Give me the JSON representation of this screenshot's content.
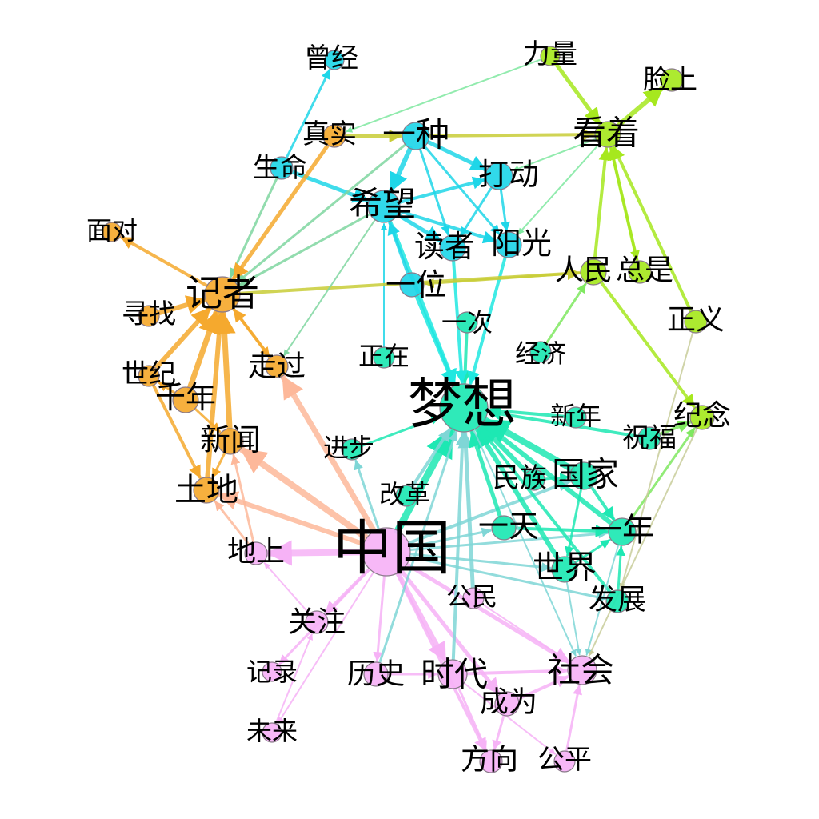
{
  "diagram": {
    "type": "word co-occurrence network",
    "groups": {
      "orange": "#f5a92e",
      "cyan": "#1fd6e8",
      "green": "#a6e81e",
      "teal": "#1de8b3",
      "pink": "#f6b2f6"
    },
    "nodes": [
      {
        "id": "zhongguo",
        "label": "中国",
        "group": "pink"
      },
      {
        "id": "mengxiang",
        "label": "梦想",
        "group": "teal"
      },
      {
        "id": "jizhe",
        "label": "记者",
        "group": "orange"
      },
      {
        "id": "xiwang",
        "label": "希望",
        "group": "cyan"
      },
      {
        "id": "guojia",
        "label": "国家",
        "group": "teal"
      },
      {
        "id": "shehui",
        "label": "社会",
        "group": "pink"
      },
      {
        "id": "shidai",
        "label": "时代",
        "group": "pink"
      },
      {
        "id": "kanzhe",
        "label": "看着",
        "group": "green"
      },
      {
        "id": "yizhong",
        "label": "一种",
        "group": "cyan"
      },
      {
        "id": "yinian",
        "label": "一年",
        "group": "teal"
      },
      {
        "id": "shijie",
        "label": "世界",
        "group": "teal"
      },
      {
        "id": "tudi",
        "label": "土地",
        "group": "orange"
      },
      {
        "id": "xinwen",
        "label": "新闻",
        "group": "orange"
      },
      {
        "id": "qiannian",
        "label": "千年",
        "group": "orange"
      },
      {
        "id": "zouguo",
        "label": "走过",
        "group": "orange"
      },
      {
        "id": "dadong",
        "label": "打动",
        "group": "cyan"
      },
      {
        "id": "duzhe",
        "label": "读者",
        "group": "cyan"
      },
      {
        "id": "yangguang",
        "label": "阳光",
        "group": "cyan"
      },
      {
        "id": "yiwei",
        "label": "一位",
        "group": "cyan"
      },
      {
        "id": "zhenshi",
        "label": "真实",
        "group": "orange"
      },
      {
        "id": "shengming",
        "label": "生命",
        "group": "cyan"
      },
      {
        "id": "cengjing",
        "label": "曾经",
        "group": "cyan"
      },
      {
        "id": "liliang",
        "label": "力量",
        "group": "green"
      },
      {
        "id": "lianshang",
        "label": "脸上",
        "group": "green"
      },
      {
        "id": "renmin",
        "label": "人民",
        "group": "green"
      },
      {
        "id": "zongshi",
        "label": "总是",
        "group": "green"
      },
      {
        "id": "zhengyi",
        "label": "正义",
        "group": "green"
      },
      {
        "id": "jinian",
        "label": "纪念",
        "group": "green"
      },
      {
        "id": "zhufu",
        "label": "祝福",
        "group": "teal"
      },
      {
        "id": "xinnian",
        "label": "新年",
        "group": "teal"
      },
      {
        "id": "jingji",
        "label": "经济",
        "group": "teal"
      },
      {
        "id": "yici",
        "label": "一次",
        "group": "teal"
      },
      {
        "id": "zhengzai",
        "label": "正在",
        "group": "teal"
      },
      {
        "id": "jinbu",
        "label": "进步",
        "group": "teal"
      },
      {
        "id": "gaige",
        "label": "改革",
        "group": "teal"
      },
      {
        "id": "minzu",
        "label": "民族",
        "group": "teal"
      },
      {
        "id": "yitian",
        "label": "一天",
        "group": "teal"
      },
      {
        "id": "fazhan",
        "label": "发展",
        "group": "teal"
      },
      {
        "id": "gongmin",
        "label": "公民",
        "group": "pink"
      },
      {
        "id": "lishi",
        "label": "历史",
        "group": "pink"
      },
      {
        "id": "chengwei",
        "label": "成为",
        "group": "pink"
      },
      {
        "id": "fangxiang",
        "label": "方向",
        "group": "pink"
      },
      {
        "id": "gongping",
        "label": "公平",
        "group": "pink"
      },
      {
        "id": "weilai",
        "label": "未来",
        "group": "pink"
      },
      {
        "id": "jilu",
        "label": "记录",
        "group": "pink"
      },
      {
        "id": "guanzhu",
        "label": "关注",
        "group": "pink"
      },
      {
        "id": "dishang",
        "label": "地上",
        "group": "pink"
      },
      {
        "id": "miandui",
        "label": "面对",
        "group": "orange"
      },
      {
        "id": "xunzhao",
        "label": "寻找",
        "group": "orange"
      },
      {
        "id": "shiji",
        "label": "世纪",
        "group": "orange"
      }
    ],
    "edges": [
      {
        "source": "zhongguo",
        "target": "mengxiang",
        "color": "#1de8b3",
        "weight": 9
      },
      {
        "source": "zhongguo",
        "target": "guojia",
        "color": "#7fd6d6",
        "weight": 4
      },
      {
        "source": "zhongguo",
        "target": "shijie",
        "color": "#7fd6d6",
        "weight": 3
      },
      {
        "source": "zhongguo",
        "target": "yitian",
        "color": "#7fd6d6",
        "weight": 3
      },
      {
        "source": "zhongguo",
        "target": "yinian",
        "color": "#7fd6d6",
        "weight": 3
      },
      {
        "source": "zhongguo",
        "target": "fazhan",
        "color": "#7fd6d6",
        "weight": 3
      },
      {
        "source": "zhongguo",
        "target": "shehui",
        "color": "#f6b2f6",
        "weight": 5
      },
      {
        "source": "zhongguo",
        "target": "shidai",
        "color": "#f6b2f6",
        "weight": 6
      },
      {
        "source": "zhongguo",
        "target": "chengwei",
        "color": "#f6b2f6",
        "weight": 5
      },
      {
        "source": "zhongguo",
        "target": "fangxiang",
        "color": "#f6b2f6",
        "weight": 4
      },
      {
        "source": "zhongguo",
        "target": "guanzhu",
        "color": "#f6b2f6",
        "weight": 4
      },
      {
        "source": "zhongguo",
        "target": "jilu",
        "color": "#f6b2f6",
        "weight": 3
      },
      {
        "source": "zhongguo",
        "target": "weilai",
        "color": "#f6b2f6",
        "weight": 2
      },
      {
        "source": "zhongguo",
        "target": "dishang",
        "color": "#f6b2f6",
        "weight": 8
      },
      {
        "source": "zhongguo",
        "target": "lishi",
        "color": "#f6b2f6",
        "weight": 3
      },
      {
        "source": "zhongguo",
        "target": "tudi",
        "color": "#fdb89a",
        "weight": 6
      },
      {
        "source": "zhongguo",
        "target": "xinwen",
        "color": "#fdb89a",
        "weight": 8
      },
      {
        "source": "zhongguo",
        "target": "zouguo",
        "color": "#fdb89a",
        "weight": 7
      },
      {
        "source": "zhongguo",
        "target": "jinbu",
        "color": "#7fd6d6",
        "weight": 3
      },
      {
        "source": "gongmin",
        "target": "mengxiang",
        "color": "#7fd6d6",
        "weight": 5
      },
      {
        "source": "shidai",
        "target": "mengxiang",
        "color": "#7fd6d6",
        "weight": 4
      },
      {
        "source": "lishi",
        "target": "mengxiang",
        "color": "#7fd6d6",
        "weight": 3
      },
      {
        "source": "gaige",
        "target": "mengxiang",
        "color": "#7fd6d6",
        "weight": 4
      },
      {
        "source": "guojia",
        "target": "mengxiang",
        "color": "#1de8b3",
        "weight": 8
      },
      {
        "source": "yinian",
        "target": "mengxiang",
        "color": "#1de8b3",
        "weight": 6
      },
      {
        "source": "shijie",
        "target": "mengxiang",
        "color": "#1de8b3",
        "weight": 6
      },
      {
        "source": "minzu",
        "target": "mengxiang",
        "color": "#1de8b3",
        "weight": 6
      },
      {
        "source": "yitian",
        "target": "mengxiang",
        "color": "#1de8b3",
        "weight": 5
      },
      {
        "source": "xinnian",
        "target": "mengxiang",
        "color": "#1de8b3",
        "weight": 4
      },
      {
        "source": "zhufu",
        "target": "mengxiang",
        "color": "#1de8b3",
        "weight": 4
      },
      {
        "source": "jinbu",
        "target": "mengxiang",
        "color": "#1de8b3",
        "weight": 3
      },
      {
        "source": "yici",
        "target": "mengxiang",
        "color": "#1de8b3",
        "weight": 4
      },
      {
        "source": "fazhan",
        "target": "mengxiang",
        "color": "#1de8b3",
        "weight": 4
      },
      {
        "source": "xiwang",
        "target": "mengxiang",
        "color": "#1fe8e0",
        "weight": 5
      },
      {
        "source": "yiwei",
        "target": "mengxiang",
        "color": "#1fe8e0",
        "weight": 5
      },
      {
        "source": "duzhe",
        "target": "mengxiang",
        "color": "#1fe8e0",
        "weight": 4
      },
      {
        "source": "yangguang",
        "target": "mengxiang",
        "color": "#1fe8e0",
        "weight": 4
      },
      {
        "source": "yizhong",
        "target": "xiwang",
        "color": "#1fd6e8",
        "weight": 6
      },
      {
        "source": "xiwang",
        "target": "duzhe",
        "color": "#1fd6e8",
        "weight": 5
      },
      {
        "source": "xiwang",
        "target": "yangguang",
        "color": "#1fd6e8",
        "weight": 4
      },
      {
        "source": "xiwang",
        "target": "dadong",
        "color": "#1fd6e8",
        "weight": 4
      },
      {
        "source": "shengming",
        "target": "xiwang",
        "color": "#1fd6e8",
        "weight": 5
      },
      {
        "source": "shengming",
        "target": "cengjing",
        "color": "#1fd6e8",
        "weight": 3
      },
      {
        "source": "yizhong",
        "target": "dadong",
        "color": "#1fd6e8",
        "weight": 5
      },
      {
        "source": "yizhong",
        "target": "duzhe",
        "color": "#1fd6e8",
        "weight": 3
      },
      {
        "source": "yizhong",
        "target": "yangguang",
        "color": "#1fd6e8",
        "weight": 3
      },
      {
        "source": "dadong",
        "target": "duzhe",
        "color": "#1fd6e8",
        "weight": 3
      },
      {
        "source": "dadong",
        "target": "yangguang",
        "color": "#1fd6e8",
        "weight": 3
      },
      {
        "source": "yiwei",
        "target": "xiwang",
        "color": "#1fd6e8",
        "weight": 4
      },
      {
        "source": "zhengzai",
        "target": "xiwang",
        "color": "#1fd6e8",
        "weight": 2
      },
      {
        "source": "zhenshi",
        "target": "yizhong",
        "color": "#c8cc36",
        "weight": 4
      },
      {
        "source": "yizhong",
        "target": "kanzhe",
        "color": "#c8cc36",
        "weight": 4
      },
      {
        "source": "jizhe",
        "target": "renmin",
        "color": "#c8cc36",
        "weight": 4
      },
      {
        "source": "xiwang",
        "target": "jizhe",
        "color": "#7fd6a0",
        "weight": 3
      },
      {
        "source": "yizhong",
        "target": "jizhe",
        "color": "#7fd6a0",
        "weight": 3
      },
      {
        "source": "shengming",
        "target": "jizhe",
        "color": "#7fd6a0",
        "weight": 3
      },
      {
        "source": "xiwang",
        "target": "zouguo",
        "color": "#7fd6a0",
        "weight": 2
      },
      {
        "source": "zhenshi",
        "target": "jizhe",
        "color": "#f5a92e",
        "weight": 5
      },
      {
        "source": "jizhe",
        "target": "miandui",
        "color": "#f5a92e",
        "weight": 4
      },
      {
        "source": "xunzhao",
        "target": "jizhe",
        "color": "#f5a92e",
        "weight": 6
      },
      {
        "source": "shiji",
        "target": "jizhe",
        "color": "#f5a92e",
        "weight": 6
      },
      {
        "source": "qiannian",
        "target": "jizhe",
        "color": "#f5a92e",
        "weight": 7
      },
      {
        "source": "xinwen",
        "target": "jizhe",
        "color": "#f5a92e",
        "weight": 7
      },
      {
        "source": "tudi",
        "target": "jizhe",
        "color": "#f5a92e",
        "weight": 6
      },
      {
        "source": "zouguo",
        "target": "jizhe",
        "color": "#f5a92e",
        "weight": 4
      },
      {
        "source": "jizhe",
        "target": "zouguo",
        "color": "#f5a92e",
        "weight": 3
      },
      {
        "source": "shiji",
        "target": "tudi",
        "color": "#f5a92e",
        "weight": 4
      },
      {
        "source": "qiannian",
        "target": "xinwen",
        "color": "#f5a92e",
        "weight": 3
      },
      {
        "source": "xinwen",
        "target": "tudi",
        "color": "#f5a92e",
        "weight": 3
      },
      {
        "source": "qiannian",
        "target": "shiji",
        "color": "#f5a92e",
        "weight": 3
      },
      {
        "source": "liliang",
        "target": "kanzhe",
        "color": "#a6e81e",
        "weight": 5
      },
      {
        "source": "kanzhe",
        "target": "lianshang",
        "color": "#a6e81e",
        "weight": 6
      },
      {
        "source": "renmin",
        "target": "kanzhe",
        "color": "#a6e81e",
        "weight": 4
      },
      {
        "source": "zongshi",
        "target": "kanzhe",
        "color": "#a6e81e",
        "weight": 4
      },
      {
        "source": "zhengyi",
        "target": "kanzhe",
        "color": "#a6e81e",
        "weight": 4
      },
      {
        "source": "kanzhe",
        "target": "zongshi",
        "color": "#a6e81e",
        "weight": 3
      },
      {
        "source": "renmin",
        "target": "jinian",
        "color": "#a6e81e",
        "weight": 4
      },
      {
        "source": "yinian",
        "target": "jinian",
        "color": "#7fe860",
        "weight": 3
      },
      {
        "source": "zhufu",
        "target": "jinian",
        "color": "#7fe860",
        "weight": 4
      },
      {
        "source": "liliang",
        "target": "zhenshi",
        "color": "#7fe8a0",
        "weight": 2
      },
      {
        "source": "jingji",
        "target": "renmin",
        "color": "#7fe860",
        "weight": 3
      },
      {
        "source": "kanzhe",
        "target": "yangguang",
        "color": "#7fe8a0",
        "weight": 2
      },
      {
        "source": "kanzhe",
        "target": "dadong",
        "color": "#7fe8a0",
        "weight": 2
      },
      {
        "source": "renmin",
        "target": "yiwei",
        "color": "#c8cc36",
        "weight": 3
      },
      {
        "source": "zhengyi",
        "target": "fazhan",
        "color": "#c8cc9a",
        "weight": 2
      },
      {
        "source": "jinian",
        "target": "shehui",
        "color": "#c8cc9a",
        "weight": 2
      },
      {
        "source": "guojia",
        "target": "yinian",
        "color": "#1de8b3",
        "weight": 4
      },
      {
        "source": "guojia",
        "target": "shijie",
        "color": "#1de8b3",
        "weight": 3
      },
      {
        "source": "yitian",
        "target": "yinian",
        "color": "#1de8b3",
        "weight": 4
      },
      {
        "source": "shijie",
        "target": "yinian",
        "color": "#1de8b3",
        "weight": 3
      },
      {
        "source": "fazhan",
        "target": "yinian",
        "color": "#1de8b3",
        "weight": 3
      },
      {
        "source": "minzu",
        "target": "guojia",
        "color": "#1de8b3",
        "weight": 3
      },
      {
        "source": "shijie",
        "target": "shehui",
        "color": "#7fd6d6",
        "weight": 2
      },
      {
        "source": "yinian",
        "target": "shehui",
        "color": "#7fd6d6",
        "weight": 2
      },
      {
        "source": "mengxiang",
        "target": "shehui",
        "color": "#7fd6d6",
        "weight": 2
      },
      {
        "source": "shidai",
        "target": "shehui",
        "color": "#f6b2f6",
        "weight": 4
      },
      {
        "source": "chengwei",
        "target": "shehui",
        "color": "#f6b2f6",
        "weight": 4
      },
      {
        "source": "gongping",
        "target": "shehui",
        "color": "#f6b2f6",
        "weight": 3
      },
      {
        "source": "shidai",
        "target": "fangxiang",
        "color": "#f6b2f6",
        "weight": 3
      },
      {
        "source": "chengwei",
        "target": "fangxiang",
        "color": "#f6b2f6",
        "weight": 3
      },
      {
        "source": "lishi",
        "target": "shidai",
        "color": "#f6b2f6",
        "weight": 3
      },
      {
        "source": "gongmin",
        "target": "shehui",
        "color": "#f6b2f6",
        "weight": 2
      },
      {
        "source": "shidai",
        "target": "gongping",
        "color": "#f6b2f6",
        "weight": 2
      },
      {
        "source": "guanzhu",
        "target": "dishang",
        "color": "#f6b2f6",
        "weight": 2
      },
      {
        "source": "weilai",
        "target": "guanzhu",
        "color": "#f6b2f6",
        "weight": 2
      },
      {
        "source": "dishang",
        "target": "tudi",
        "color": "#fdb89a",
        "weight": 3
      },
      {
        "source": "dishang",
        "target": "xinwen",
        "color": "#fdb89a",
        "weight": 3
      }
    ]
  }
}
